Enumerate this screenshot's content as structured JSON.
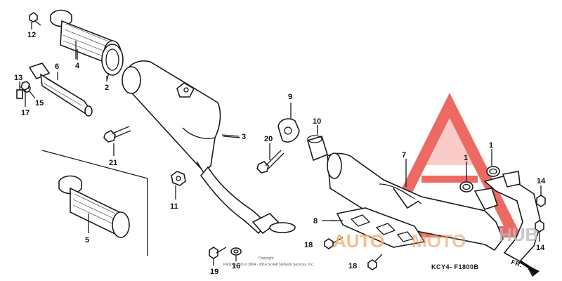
{
  "callouts": [
    {
      "id": "12",
      "label": "12"
    },
    {
      "id": "4",
      "label": "4"
    },
    {
      "id": "2",
      "label": "2"
    },
    {
      "id": "6",
      "label": "6"
    },
    {
      "id": "13",
      "label": "13"
    },
    {
      "id": "15",
      "label": "15"
    },
    {
      "id": "17",
      "label": "17"
    },
    {
      "id": "3",
      "label": "3"
    },
    {
      "id": "9",
      "label": "9"
    },
    {
      "id": "10",
      "label": "10"
    },
    {
      "id": "20",
      "label": "20"
    },
    {
      "id": "21",
      "label": "21"
    },
    {
      "id": "11",
      "label": "11"
    },
    {
      "id": "5",
      "label": "5"
    },
    {
      "id": "7",
      "label": "7"
    },
    {
      "id": "1a",
      "label": "1"
    },
    {
      "id": "1b",
      "label": "1"
    },
    {
      "id": "14a",
      "label": "14"
    },
    {
      "id": "14b",
      "label": "14"
    },
    {
      "id": "8",
      "label": "8"
    },
    {
      "id": "18a",
      "label": "18"
    },
    {
      "id": "18b",
      "label": "18"
    },
    {
      "id": "19",
      "label": "19"
    },
    {
      "id": "16",
      "label": "16"
    }
  ],
  "drawing_ref": "KCY4- F1800B",
  "direction_label": "FR.",
  "copyright_line1": "Copyright",
  "copyright_line2": "Partzilla.com © 2004 - 2014 by ARI Network Services, Inc.",
  "watermark": {
    "part1": "AUTO",
    "part2": "MOTO",
    "part3": "HUB",
    "logo_color": "#e8463c"
  }
}
